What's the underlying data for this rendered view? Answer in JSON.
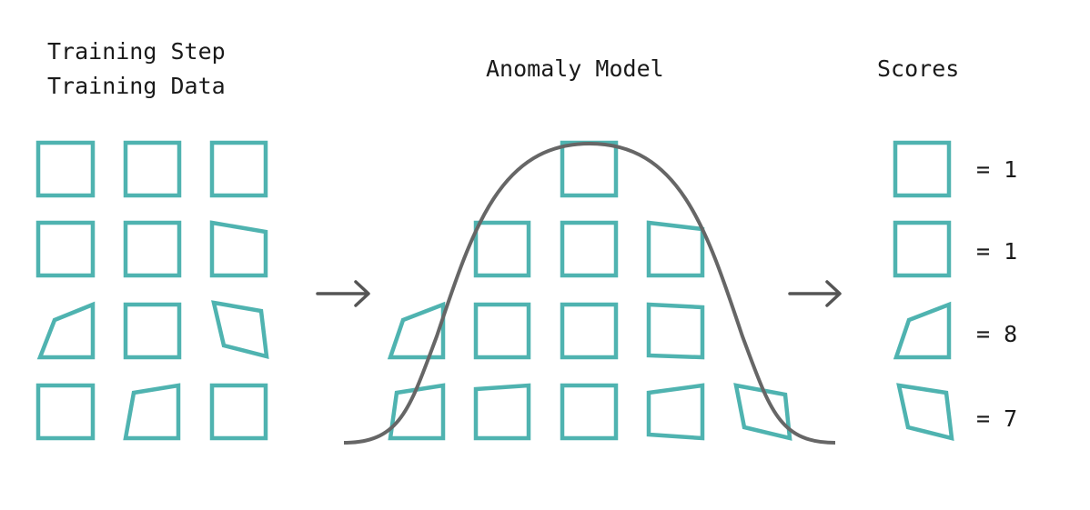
{
  "headings": {
    "training_line1": "Training Step",
    "training_line2": "Training Data",
    "model": "Anomaly Model",
    "scores": "Scores"
  },
  "scores": [
    {
      "shape": "square",
      "value": "= 1"
    },
    {
      "shape": "square",
      "value": "= 1"
    },
    {
      "shape": "left-slant-trapezoid",
      "value": "= 8"
    },
    {
      "shape": "tilted-quad",
      "value": "= 7"
    }
  ],
  "colors": {
    "shape_stroke": "#4fb3b0",
    "curve": "#666666",
    "arrow": "#555555",
    "text": "#1a1a1a"
  },
  "icons": [
    "right-arrow-icon",
    "right-arrow-icon"
  ]
}
